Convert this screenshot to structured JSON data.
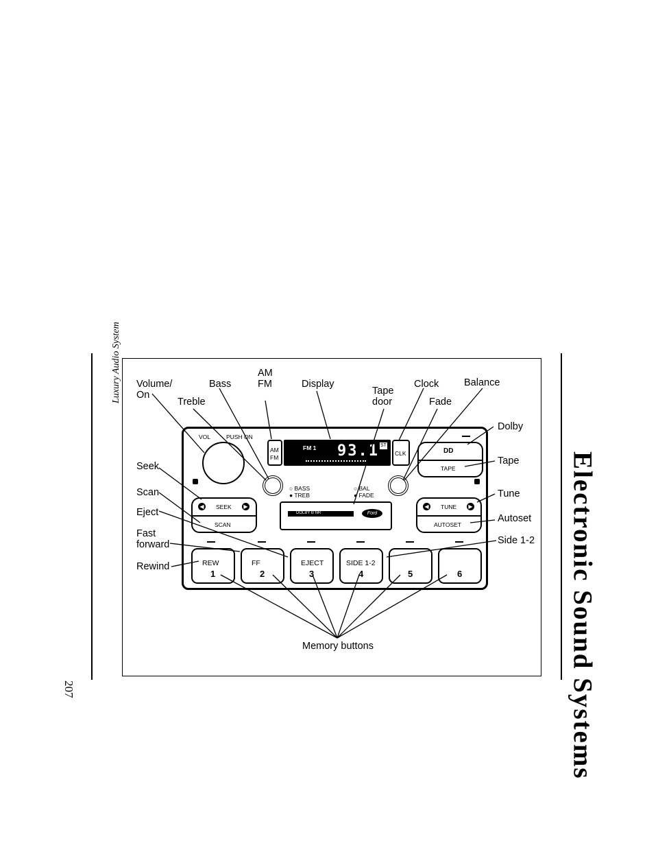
{
  "page": {
    "section_title": "Electronic Sound Systems",
    "chapter": "Luxury Audio System",
    "page_number": "207"
  },
  "callouts": {
    "volume_on": "Volume/\nOn",
    "bass": "Bass",
    "treble": "Treble",
    "am_fm": "AM\nFM",
    "display": "Display",
    "tape_door": "Tape\ndoor",
    "clock": "Clock",
    "fade": "Fade",
    "balance": "Balance",
    "dolby": "Dolby",
    "tape": "Tape",
    "seek": "Seek",
    "scan": "Scan",
    "eject": "Eject",
    "fast_forward": "Fast\nforward",
    "rewind": "Rewind",
    "tune": "Tune",
    "autoset": "Autoset",
    "side_1_2": "Side 1-2",
    "memory_buttons": "Memory buttons"
  },
  "unit": {
    "vol_label": "VOL",
    "push_on_label": "PUSH ON",
    "am_label": "AM",
    "fm_label": "FM",
    "display_band": "FM 1",
    "display_freq": "93.1",
    "display_st": "ST",
    "clk_label": "CLK",
    "bass_treb_top": "BASS",
    "bass_treb_bottom": "TREB",
    "bal_fade_top": "BAL",
    "bal_fade_bottom": "FADE",
    "dolby_symbol": "DD",
    "tape_label": "TAPE",
    "seek_label": "SEEK",
    "scan_label": "SCAN",
    "tune_label": "TUNE",
    "autoset_label": "AUTOSET",
    "tape_door_text": "DOLBY B NR",
    "brand_logo": "Ford",
    "preset_buttons": [
      {
        "label": "REW",
        "number": "1"
      },
      {
        "label": "FF",
        "number": "2"
      },
      {
        "label": "EJECT",
        "number": "3"
      },
      {
        "label": "SIDE 1-2",
        "number": "4"
      },
      {
        "label": "",
        "number": "5"
      },
      {
        "label": "",
        "number": "6"
      }
    ]
  }
}
